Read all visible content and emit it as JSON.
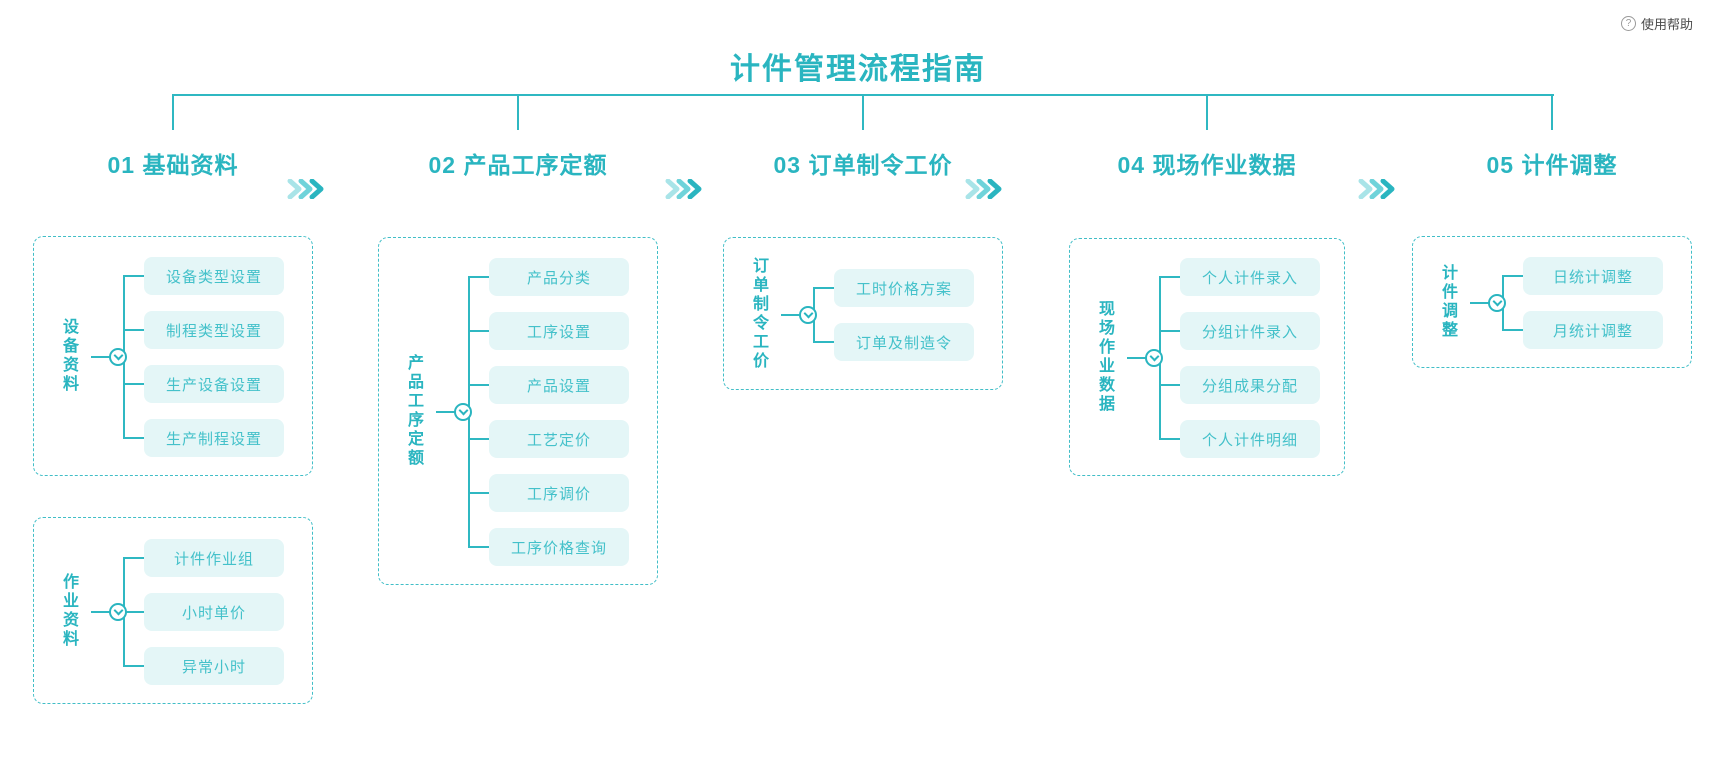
{
  "page": {
    "title": "计件管理流程指南"
  },
  "help": {
    "label": "使用帮助",
    "icon": "question-circle-icon"
  },
  "colors": {
    "accent": "#2ab5c0",
    "item_bg": "#e4f6f7",
    "item_text": "#44c1ca",
    "help_text": "#4a4a4a"
  },
  "icons": {
    "flow_arrow": "triple-chevron-right-icon",
    "node_toggle": "chevron-down-circle-icon",
    "help": "question-circle-icon"
  },
  "sections": [
    {
      "number": "01",
      "label": "01 基础资料",
      "panels": [
        {
          "label": "设备资料",
          "items": [
            "设备类型设置",
            "制程类型设置",
            "生产设备设置",
            "生产制程设置"
          ]
        },
        {
          "label": "作业资料",
          "items": [
            "计件作业组",
            "小时单价",
            "异常小时"
          ]
        }
      ]
    },
    {
      "number": "02",
      "label": "02 产品工序定额",
      "panels": [
        {
          "label": "产品工序定额",
          "items": [
            "产品分类",
            "工序设置",
            "产品设置",
            "工艺定价",
            "工序调价",
            "工序价格查询"
          ]
        }
      ]
    },
    {
      "number": "03",
      "label": "03 订单制令工价",
      "panels": [
        {
          "label": "订单制令工价",
          "items": [
            "工时价格方案",
            "订单及制造令"
          ]
        }
      ]
    },
    {
      "number": "04",
      "label": "04 现场作业数据",
      "panels": [
        {
          "label": "现场作业数据",
          "items": [
            "个人计件录入",
            "分组计件录入",
            "分组成果分配",
            "个人计件明细"
          ]
        }
      ]
    },
    {
      "number": "05",
      "label": "05 计件调整",
      "panels": [
        {
          "label": "计件调整",
          "items": [
            "日统计调整",
            "月统计调整"
          ]
        }
      ]
    }
  ]
}
